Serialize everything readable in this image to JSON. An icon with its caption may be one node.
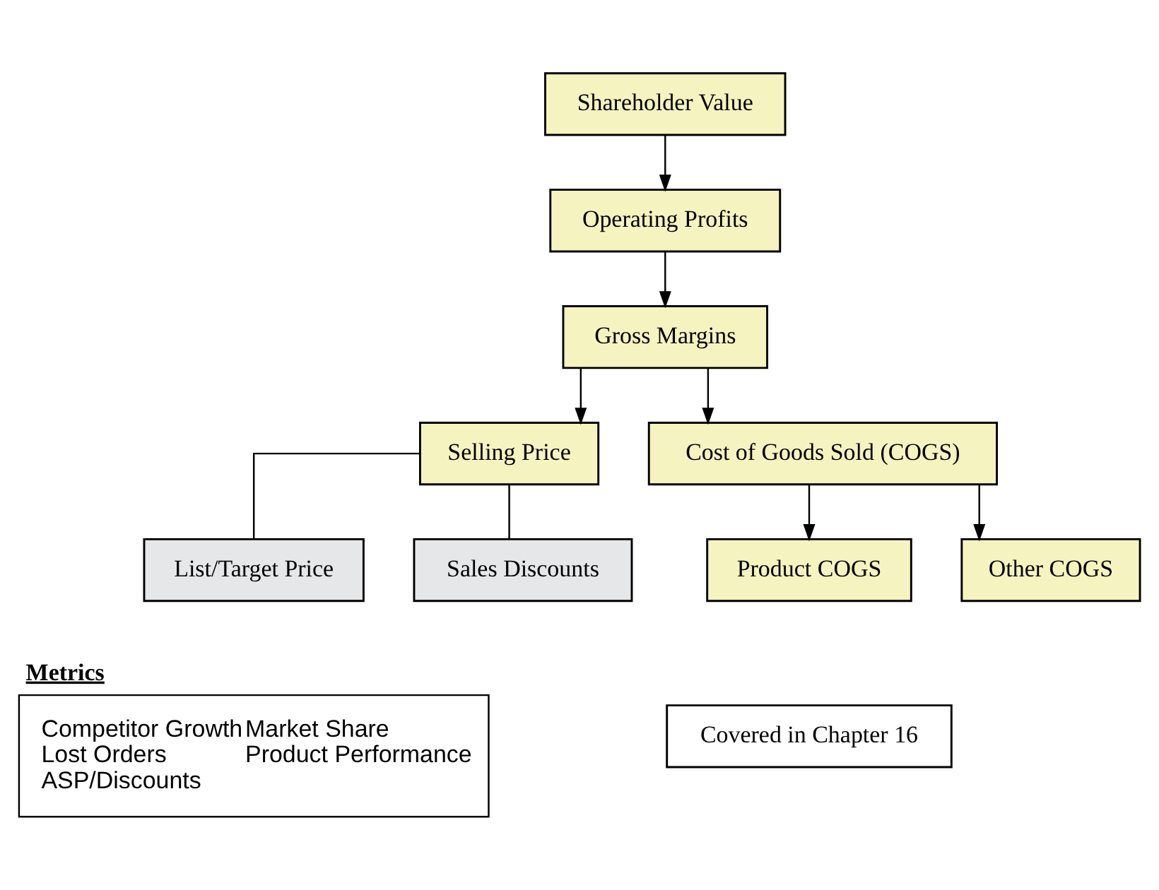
{
  "diagram": {
    "nodes": [
      {
        "text": [
          "Shareholder Value"
        ]
      },
      {
        "text": [
          "Operating Profits"
        ]
      },
      {
        "text": [
          "Gross Margins"
        ]
      },
      {
        "text": [
          "Selling Price"
        ]
      },
      {
        "text": [
          "Cost of Goods Sold (COGS)"
        ]
      },
      {
        "text": [
          "List/Target Price"
        ]
      },
      {
        "text": [
          "Sales Discounts"
        ]
      },
      {
        "text": [
          "Product COGS"
        ]
      },
      {
        "text": [
          "Other COGS"
        ]
      },
      {
        "text": [
          "Metrics",
          "Competitor Growth",
          "Lost Orders",
          "ASP/Discounts",
          "Market Share",
          "Product Performance"
        ]
      },
      {
        "text": [
          "Covered in Chapter 16"
        ]
      }
    ],
    "edges": [
      {
        "from": 0,
        "to": 1,
        "arrow": "to"
      },
      {
        "from": 1,
        "to": 2,
        "arrow": "to"
      },
      {
        "from": 2,
        "to": 3,
        "arrow": "to"
      },
      {
        "from": 2,
        "to": 4,
        "arrow": "to"
      },
      {
        "from": 3,
        "to": 5,
        "arrow": "none"
      },
      {
        "from": 3,
        "to": 6,
        "arrow": "none"
      },
      {
        "from": 4,
        "to": 7,
        "arrow": "to"
      },
      {
        "from": 4,
        "to": 8,
        "arrow": "to"
      }
    ]
  }
}
